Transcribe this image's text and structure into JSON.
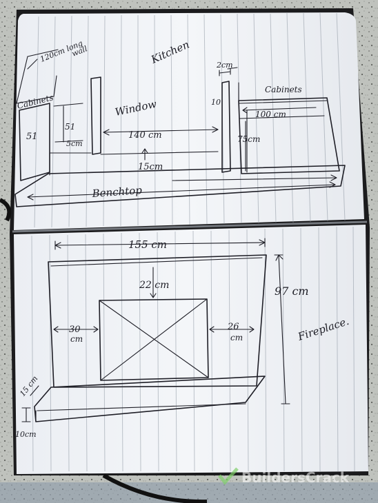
{
  "kitchen": {
    "title": "Kitchen",
    "wall_label_line1": "120cm long",
    "wall_label_line2": "wall",
    "cabinets_left": "Cabinets",
    "cabinets_right": "Cabinets",
    "window_label": "Window",
    "dim_51_left": "51",
    "dim_51_mid": "51",
    "dim_5cm": "5cm",
    "dim_140cm": "140 cm",
    "dim_15cm": "15cm",
    "dim_2cm": "2cm",
    "dim_10": "10",
    "dim_100cm": "100 cm",
    "dim_75cm": "75cm",
    "benchtop_label": "Benchtop"
  },
  "fireplace": {
    "title": "Fireplace.",
    "dim_155cm": "155 cm",
    "dim_97cm": "97 cm",
    "dim_22cm": "22 cm",
    "dim_30cm_line1": "30",
    "dim_30cm_line2": "cm",
    "dim_26cm_line1": "26",
    "dim_26cm_line2": "cm",
    "dim_15cm": "15 cm",
    "dim_10cm": "10cm"
  },
  "watermark": {
    "text": "BuildersCrack"
  }
}
